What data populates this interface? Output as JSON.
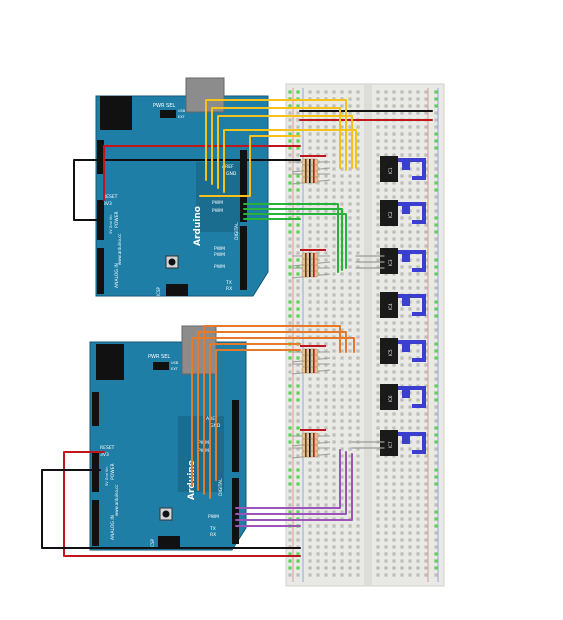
{
  "arduino_top": {
    "brand": "Arduino",
    "website": "www.arduino.cc",
    "power_select": "PWR SEL",
    "usb_label": "USB",
    "ext_label": "EXT",
    "reset": "RESET",
    "v33": "3V3",
    "power": "POWER",
    "vin": "5V Gnd Vin",
    "analog_in": "ANALOG IN",
    "aref": "AREF",
    "gnd": "GND",
    "digital": "DIGITAL",
    "pwm": "PWM",
    "tx": "TX",
    "rx": "RX",
    "icsp": "ICSP"
  },
  "arduino_bottom": {
    "brand": "Arduino",
    "website": "www.arduino.cc",
    "power_select": "PWR SEL",
    "usb_label": "USB",
    "ext_label": "EXT",
    "reset": "RESET",
    "v33": "3V3",
    "power": "POWER",
    "vin": "5V Gnd Vin",
    "analog_in": "ANALOG IN",
    "aref": "AREF",
    "gnd": "GND",
    "digital": "DIGITAL",
    "pwm": "PWM",
    "tx": "TX",
    "rx": "RX",
    "icsp": "ICSP"
  },
  "sensors": [
    "IC1",
    "IC2",
    "IC3",
    "IC4",
    "IC5",
    "IC6",
    "IC7"
  ],
  "colors": {
    "board": "#1f7ea6",
    "breadboard": "#e9e9e6",
    "hole_green": "#5fcf57",
    "wire_yellow": "#f4c21a",
    "wire_green": "#27b33a",
    "wire_orange": "#e57a2a",
    "wire_purple": "#9b55b8",
    "wire_red": "#c0161b",
    "wire_black": "#111111",
    "sensor_blue": "#3a3fd0",
    "sensor_body": "#1a1a1a"
  }
}
